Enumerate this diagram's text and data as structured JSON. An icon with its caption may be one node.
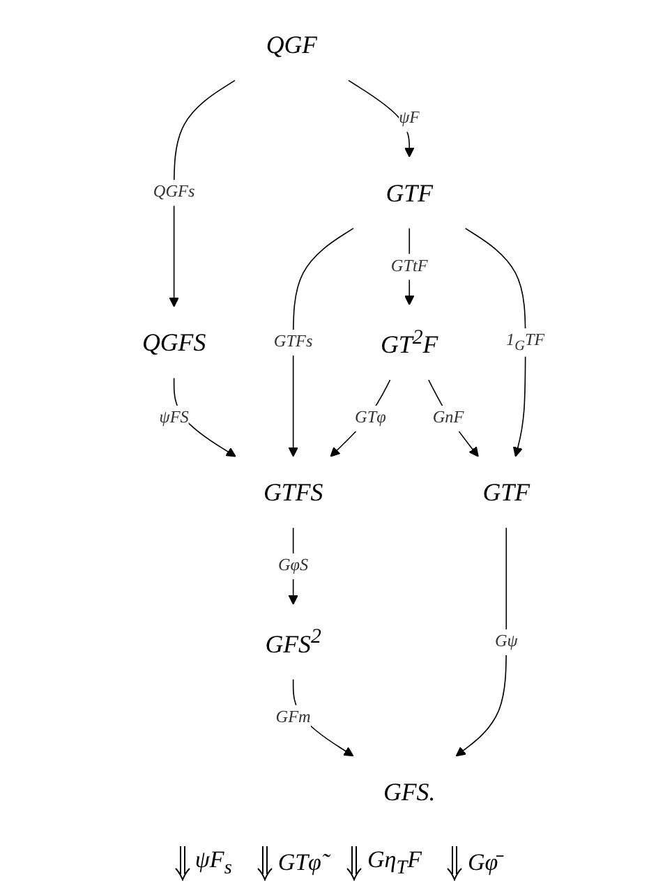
{
  "diagram": {
    "nodes": [
      {
        "text": [
          "QGF"
        ]
      },
      {
        "text": [
          "QGFS"
        ]
      },
      {
        "text": [
          "GTF"
        ]
      },
      {
        "text": [
          "GT$^{2}$F"
        ]
      },
      {
        "text": [
          "GTFS"
        ]
      },
      {
        "text": [
          "GFS$^{2}$"
        ]
      },
      {
        "text": [
          "GTF"
        ]
      },
      {
        "text": [
          "GFS."
        ]
      }
    ],
    "edges": [
      {
        "from": 0,
        "to": 1,
        "arrow": "to",
        "label": "QGFs"
      },
      {
        "from": 0,
        "to": 2,
        "arrow": "to",
        "label": "ψF"
      },
      {
        "from": 1,
        "to": 4,
        "arrow": "to",
        "label": "ψFS"
      },
      {
        "from": 2,
        "to": 4,
        "arrow": "to",
        "label": "GTFs"
      },
      {
        "from": 2,
        "to": 3,
        "arrow": "to",
        "label": "GTtF"
      },
      {
        "from": 2,
        "to": 6,
        "arrow": "to",
        "label": "1$_{G}$TF"
      },
      {
        "from": 3,
        "to": 4,
        "arrow": "to",
        "label": "GTφ"
      },
      {
        "from": 3,
        "to": 6,
        "arrow": "to",
        "label": "GnF"
      },
      {
        "from": 4,
        "to": 5,
        "arrow": "to",
        "label": "GφS"
      },
      {
        "from": 5,
        "to": 7,
        "arrow": "to",
        "label": "GFm"
      },
      {
        "from": 6,
        "to": 7,
        "arrow": "to",
        "label": "Gψ"
      }
    ],
    "labels": [
      "ψF$_{s}$",
      "GTφ̃",
      "Gη$_{T}$F",
      "Gφ̄"
    ]
  }
}
